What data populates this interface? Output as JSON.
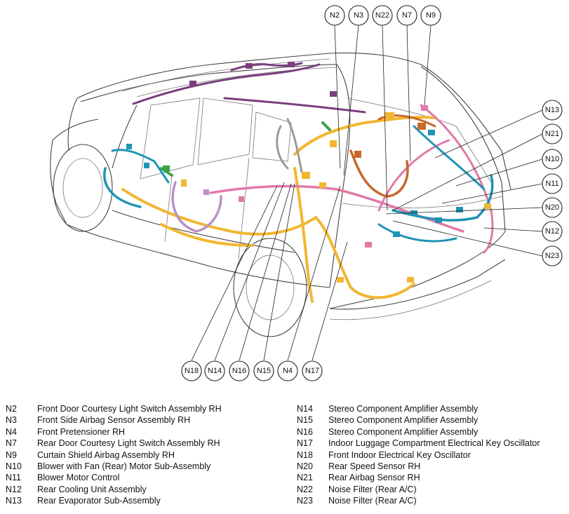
{
  "callouts": {
    "top": [
      "N2",
      "N3",
      "N22",
      "N7",
      "N9"
    ],
    "right": [
      "N13",
      "N21",
      "N10",
      "N11",
      "N20",
      "N12",
      "N23"
    ],
    "bottom": [
      "N18",
      "N14",
      "N16",
      "N15",
      "N4",
      "N17"
    ]
  },
  "legend": {
    "left": [
      {
        "code": "N2",
        "desc": "Front Door Courtesy Light Switch Assembly RH"
      },
      {
        "code": "N3",
        "desc": "Front Side Airbag Sensor Assembly RH"
      },
      {
        "code": "N4",
        "desc": "Front Pretensioner RH"
      },
      {
        "code": "N7",
        "desc": "Rear Door Courtesy Light Switch Assembly RH"
      },
      {
        "code": "N9",
        "desc": "Curtain Shield Airbag Assembly RH"
      },
      {
        "code": "N10",
        "desc": "Blower with Fan (Rear) Motor Sub-Assembly"
      },
      {
        "code": "N11",
        "desc": "Blower Motor Control"
      },
      {
        "code": "N12",
        "desc": "Rear Cooling Unit Assembly"
      },
      {
        "code": "N13",
        "desc": "Rear Evaporator Sub-Assembly"
      }
    ],
    "right": [
      {
        "code": "N14",
        "desc": "Stereo Component Amplifier Assembly"
      },
      {
        "code": "N15",
        "desc": "Stereo Component Amplifier Assembly"
      },
      {
        "code": "N16",
        "desc": "Stereo Component Amplifier Assembly"
      },
      {
        "code": "N17",
        "desc": "Indoor Luggage Compartment Electrical Key Oscillator"
      },
      {
        "code": "N18",
        "desc": "Front Indoor Electrical Key Oscillator"
      },
      {
        "code": "N20",
        "desc": "Rear Speed Sensor RH"
      },
      {
        "code": "N21",
        "desc": "Rear Airbag Sensor RH"
      },
      {
        "code": "N22",
        "desc": "Noise Filter (Rear A/C)"
      },
      {
        "code": "N23",
        "desc": "Noise Filter (Rear A/C)"
      }
    ]
  },
  "colors": {
    "harness_yellow": "#f2b632",
    "harness_pink": "#e07aa8",
    "harness_teal": "#1f93b6",
    "harness_purple": "#7a3f7d",
    "harness_lavender": "#b892c9",
    "harness_orange": "#c8672a",
    "harness_green": "#3aa34a",
    "harness_gray": "#9a9a9a"
  }
}
